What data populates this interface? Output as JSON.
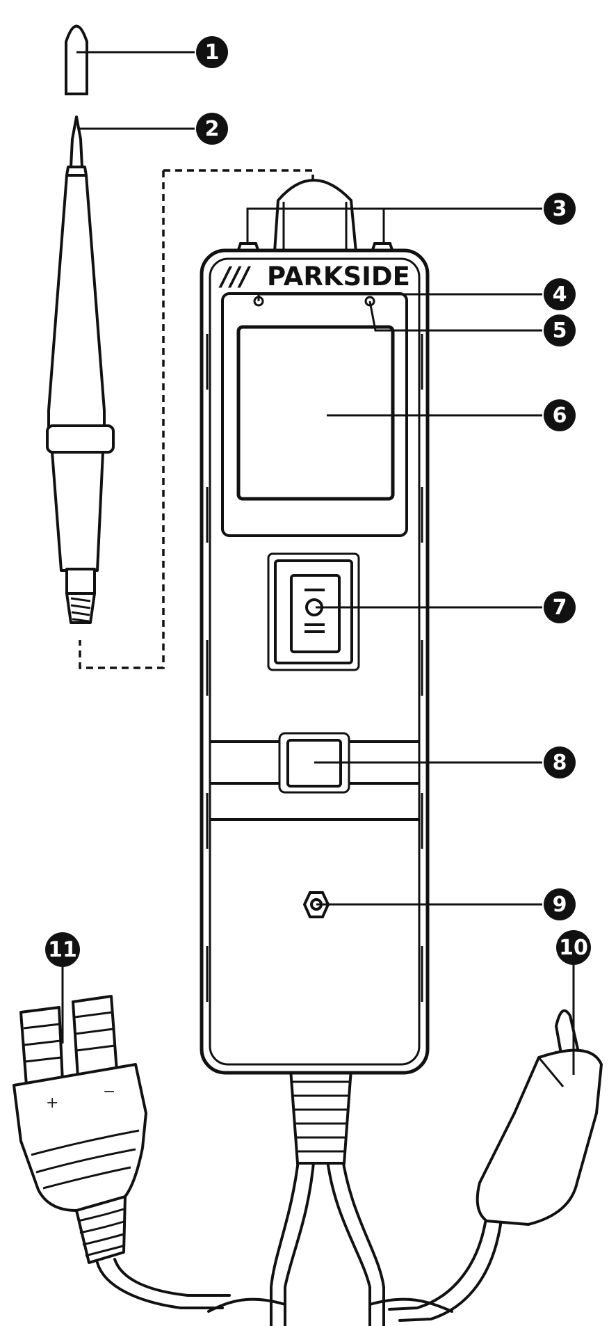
{
  "brand": {
    "name": "PARKSIDE",
    "mark": "///"
  },
  "plug_labels": {
    "plus": "+",
    "minus": "−"
  },
  "callouts": [
    {
      "number": "1",
      "part": "probe-cap"
    },
    {
      "number": "2",
      "part": "probe-tip"
    },
    {
      "number": "3",
      "part": "probe-holders"
    },
    {
      "number": "4",
      "part": "indicator-led-left"
    },
    {
      "number": "5",
      "part": "indicator-led-right"
    },
    {
      "number": "6",
      "part": "display"
    },
    {
      "number": "7",
      "part": "rocker-switch"
    },
    {
      "number": "8",
      "part": "push-button"
    },
    {
      "number": "9",
      "part": "screw"
    },
    {
      "number": "10",
      "part": "alligator-clip"
    },
    {
      "number": "11",
      "part": "connector-plug"
    }
  ],
  "colors": {
    "line": "#111111",
    "background": "#ffffff",
    "callout_fill": "#111111",
    "callout_text": "#ffffff"
  }
}
